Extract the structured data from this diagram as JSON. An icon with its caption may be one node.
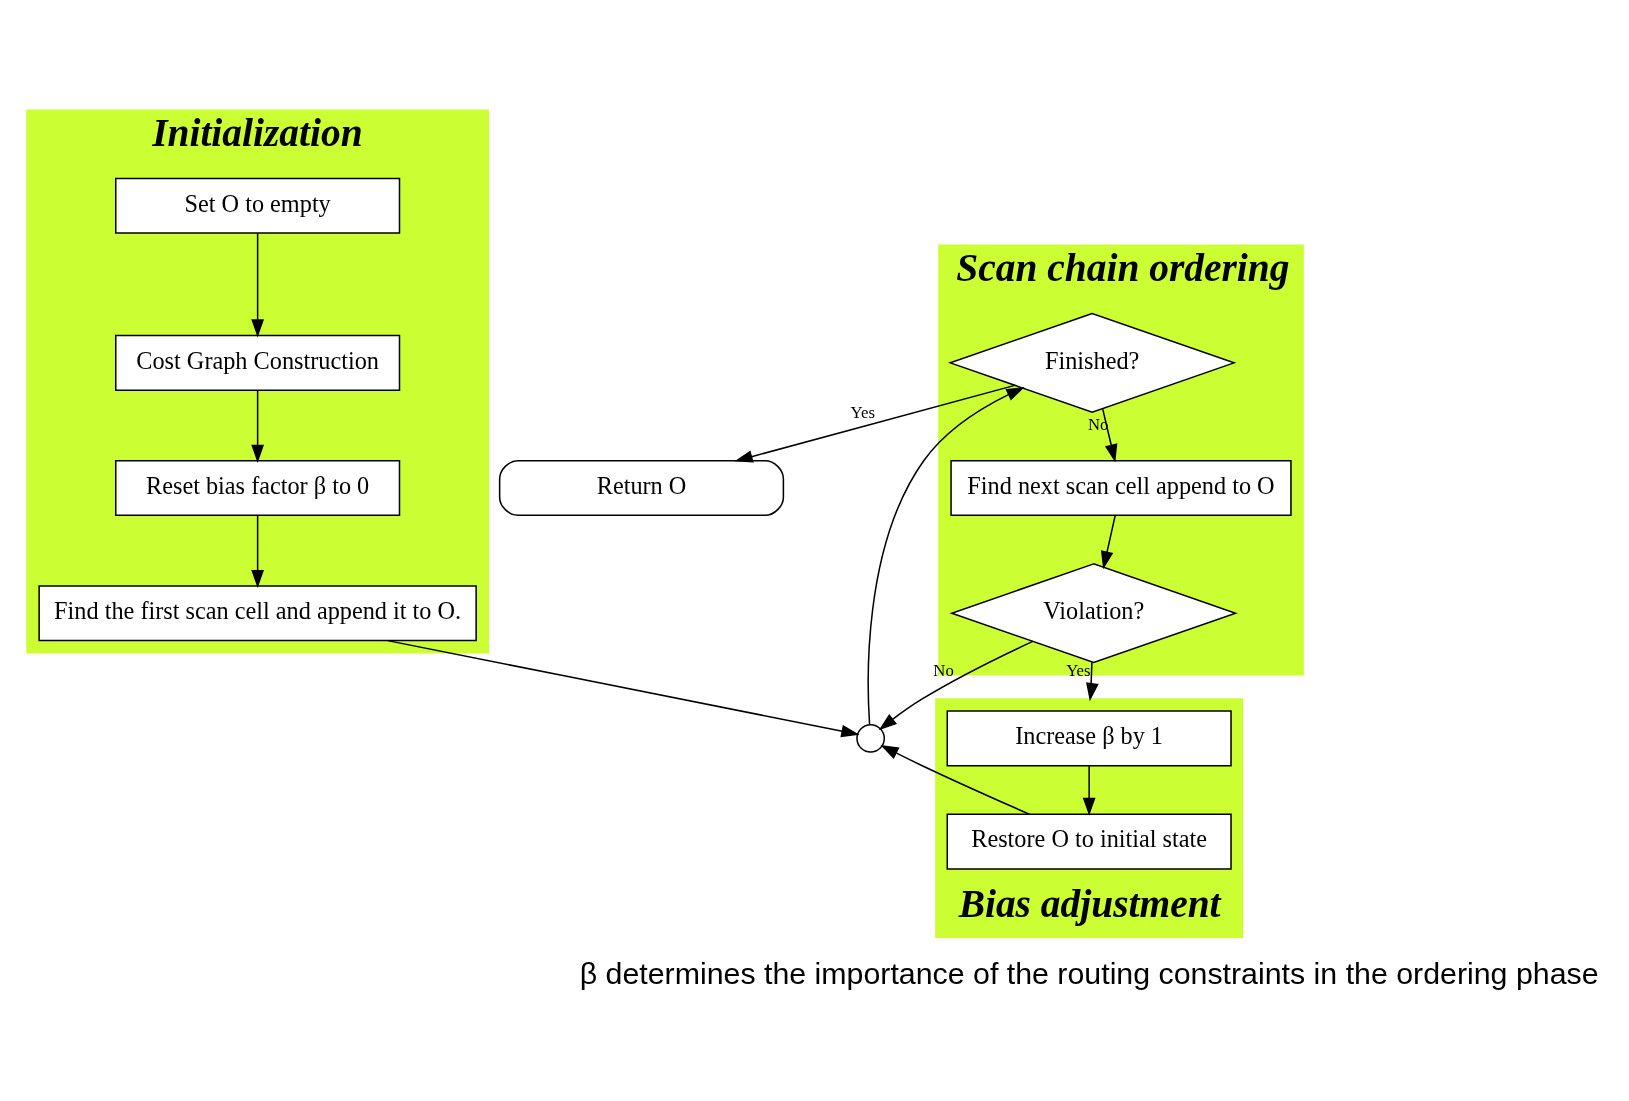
{
  "diagram": {
    "nodes": [
      {
        "text": [
          "Initialization"
        ]
      },
      {
        "text": [
          "Set O to empty"
        ],
        "in": 0
      },
      {
        "text": [
          "Cost Graph Construction"
        ],
        "in": 0
      },
      {
        "text": [
          "Reset bias factor β to 0"
        ],
        "in": 0
      },
      {
        "text": [
          "Find the first scan cell and append it to O."
        ],
        "in": 0
      },
      {
        "text": [
          "Scan chain ordering"
        ]
      },
      {
        "text": [
          "Finished?"
        ],
        "in": 5
      },
      {
        "text": [
          "Find next scan cell append to O"
        ],
        "in": 5
      },
      {
        "text": [
          "Violation?"
        ],
        "in": 5
      },
      {
        "text": [
          "Return O"
        ]
      },
      {
        "text": [],
        "shape": "circle"
      },
      {
        "text": [
          "Bias adjustment"
        ]
      },
      {
        "text": [
          "Increase β by 1"
        ],
        "in": 11
      },
      {
        "text": [
          "Restore O to initial state"
        ],
        "in": 11
      }
    ],
    "edges": [
      {
        "from": 1,
        "to": 2,
        "arrow": "to"
      },
      {
        "from": 2,
        "to": 3,
        "arrow": "to"
      },
      {
        "from": 3,
        "to": 4,
        "arrow": "to"
      },
      {
        "from": 4,
        "to": 10,
        "arrow": "to"
      },
      {
        "from": 10,
        "to": 6,
        "arrow": "to"
      },
      {
        "from": 6,
        "to": 9,
        "label": "Yes",
        "arrow": "to"
      },
      {
        "from": 6,
        "to": 7,
        "label": "No",
        "arrow": "to"
      },
      {
        "from": 7,
        "to": 8,
        "arrow": "to"
      },
      {
        "from": 8,
        "to": 10,
        "label": "No",
        "arrow": "to"
      },
      {
        "from": 8,
        "to": 11,
        "label": "Yes",
        "arrow": "to"
      },
      {
        "from": 12,
        "to": 13,
        "arrow": "to"
      },
      {
        "from": 13,
        "to": 10,
        "arrow": "to"
      }
    ],
    "labels": [
      "β determines the importance of the routing constraints in the ordering phase"
    ]
  }
}
